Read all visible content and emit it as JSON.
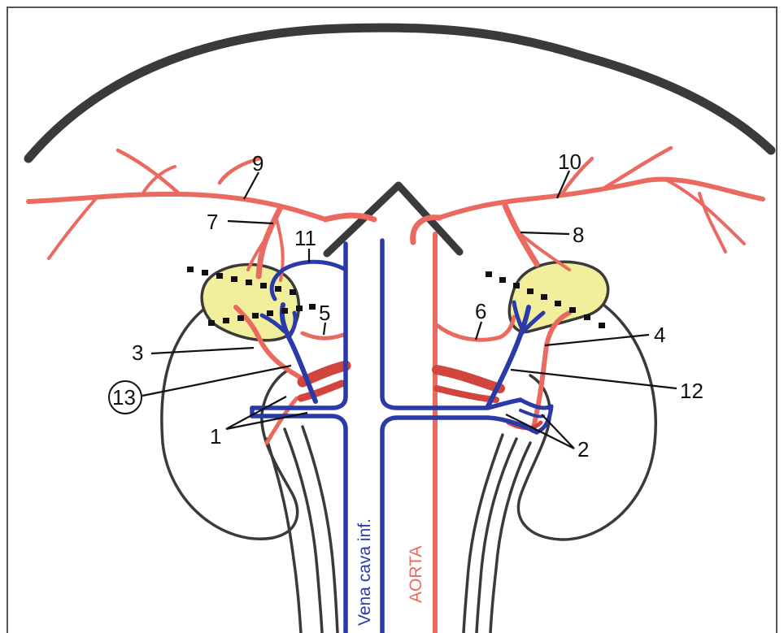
{
  "diagram": {
    "labels": {
      "n1": "1",
      "n2": "2",
      "n3": "3",
      "n4": "4",
      "n5": "5",
      "n6": "6",
      "n7": "7",
      "n8": "8",
      "n9": "9",
      "n10": "10",
      "n11": "11",
      "n12": "12",
      "n13": "13"
    },
    "vessels": {
      "vena_cava": "Vena cava inf.",
      "aorta": "AORTA"
    },
    "colors": {
      "artery": "#ea6a60",
      "vein": "#2a3aa8",
      "adrenal_gland": "#f1ee9c",
      "outline": "#3a3a3a"
    }
  }
}
